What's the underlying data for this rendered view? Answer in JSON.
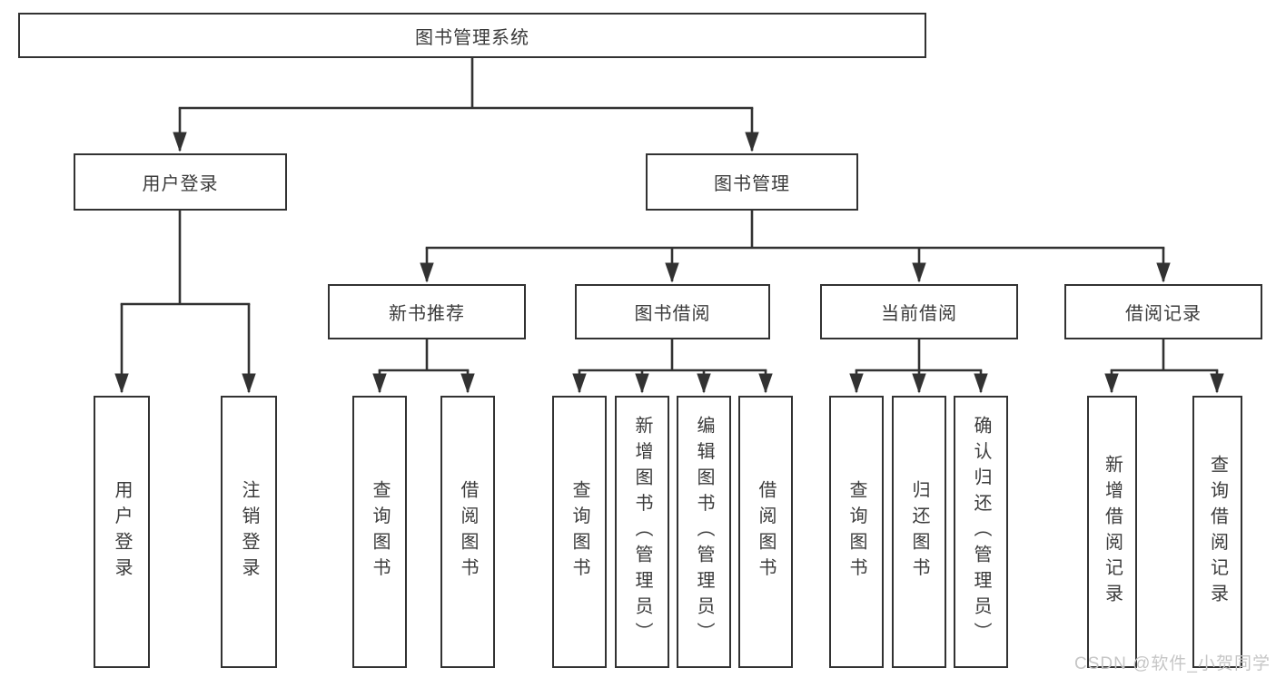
{
  "diagram": {
    "root": {
      "label": "图书管理系统"
    },
    "level2": [
      {
        "label": "用户登录"
      },
      {
        "label": "图书管理"
      }
    ],
    "level3": [
      {
        "label": "新书推荐"
      },
      {
        "label": "图书借阅"
      },
      {
        "label": "当前借阅"
      },
      {
        "label": "借阅记录"
      }
    ],
    "leaves": {
      "user_login": [
        {
          "label": "用户登录"
        },
        {
          "label": "注销登录"
        }
      ],
      "new_book": [
        {
          "label": "查询图书"
        },
        {
          "label": "借阅图书"
        }
      ],
      "book_borrow": [
        {
          "label": "查询图书"
        },
        {
          "label": "新增图书（管理员）"
        },
        {
          "label": "编辑图书（管理员）"
        },
        {
          "label": "借阅图书"
        }
      ],
      "current_borrow": [
        {
          "label": "查询图书"
        },
        {
          "label": "归还图书"
        },
        {
          "label": "确认归还（管理员）"
        }
      ],
      "borrow_record": [
        {
          "label": "新增借阅记录"
        },
        {
          "label": "查询借阅记录"
        }
      ]
    },
    "watermark": "CSDN @软件_小贺同学",
    "colors": {
      "line": "#323232",
      "border": "#323232",
      "text": "#3b3b3b",
      "watermark": "#c6c6c6",
      "background": "#ffffff"
    }
  }
}
